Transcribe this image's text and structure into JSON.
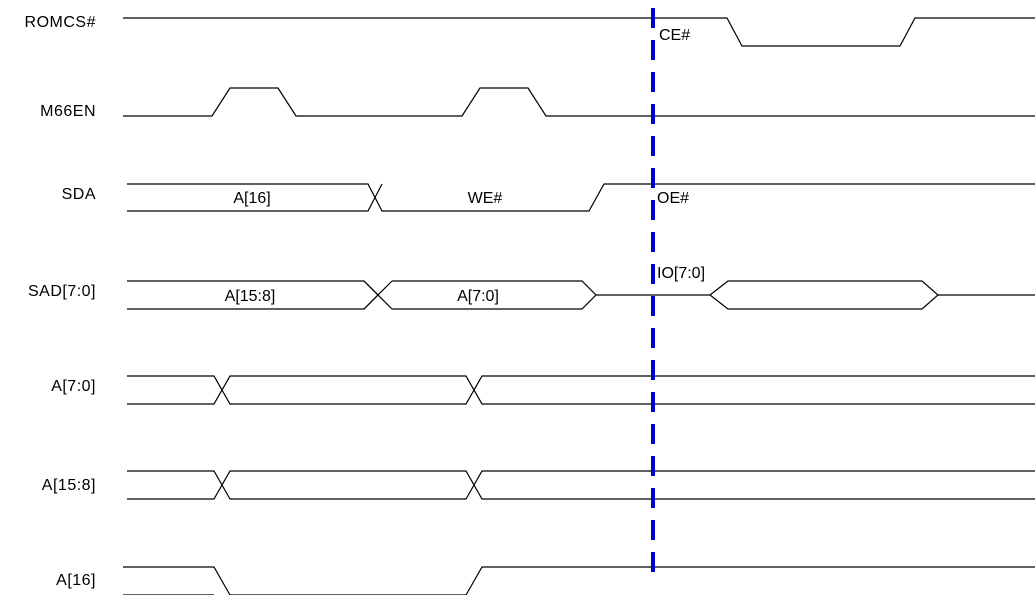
{
  "signals": [
    {
      "id": "romcs",
      "label": "ROMCS#"
    },
    {
      "id": "m66en",
      "label": "M66EN"
    },
    {
      "id": "sda",
      "label": "SDA",
      "segments": [
        "A[16]",
        "WE#"
      ]
    },
    {
      "id": "sad",
      "label": "SAD[7:0]",
      "segments": [
        "A[15:8]",
        "A[7:0]"
      ]
    },
    {
      "id": "a70",
      "label": "A[7:0]"
    },
    {
      "id": "a158",
      "label": "A[15:8]"
    },
    {
      "id": "a16",
      "label": "A[16]"
    }
  ],
  "annotations": {
    "ce": "CE#",
    "oe": "OE#",
    "io": "IO[7:0]"
  },
  "colors": {
    "wave": "#000000",
    "marker": "#0000cc"
  }
}
